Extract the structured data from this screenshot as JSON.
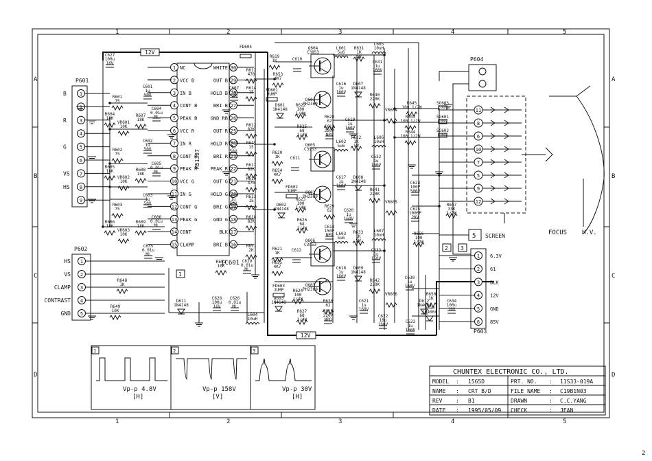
{
  "grid": {
    "cols": [
      "1",
      "2",
      "3",
      "4",
      "5"
    ],
    "rows": [
      "A",
      "B",
      "C",
      "D"
    ],
    "page_number": "2"
  },
  "bus": {
    "top_label": "12V",
    "bottom_label": "12V"
  },
  "ic": {
    "name": "IC601",
    "part": "M51387",
    "left_pins": [
      {
        "n": "1",
        "l": "NC"
      },
      {
        "n": "2",
        "l": "VCC B"
      },
      {
        "n": "3",
        "l": "IN B"
      },
      {
        "n": "4",
        "l": "CONT B"
      },
      {
        "n": "5",
        "l": "PEAK B"
      },
      {
        "n": "6",
        "l": "VCC R"
      },
      {
        "n": "7",
        "l": "IN R"
      },
      {
        "n": "8",
        "l": "CONT R"
      },
      {
        "n": "9",
        "l": "PEAK R"
      },
      {
        "n": "10",
        "l": "VCC G"
      },
      {
        "n": "11",
        "l": "IN G"
      },
      {
        "n": "12",
        "l": "CONT G"
      },
      {
        "n": "13",
        "l": "PEAK G"
      },
      {
        "n": "14",
        "l": "CONT"
      },
      {
        "n": "15",
        "l": "CLAMP"
      }
    ],
    "right_pins": [
      {
        "n": "30",
        "l": "WHITE"
      },
      {
        "n": "29",
        "l": "OUT B"
      },
      {
        "n": "28",
        "l": "HOLD B"
      },
      {
        "n": "27",
        "l": "BRI B"
      },
      {
        "n": "26",
        "l": "GND RB"
      },
      {
        "n": "25",
        "l": "OUT R"
      },
      {
        "n": "24",
        "l": "HOLD R"
      },
      {
        "n": "23",
        "l": "BRI R"
      },
      {
        "n": "22",
        "l": "PEAK R"
      },
      {
        "n": "21",
        "l": "OUT G"
      },
      {
        "n": "20",
        "l": "HOLD G"
      },
      {
        "n": "19",
        "l": "BRI G"
      },
      {
        "n": "18",
        "l": "GND G"
      },
      {
        "n": "17",
        "l": "BLK"
      },
      {
        "n": "16",
        "l": "BRI B"
      }
    ]
  },
  "p601": {
    "name": "P601",
    "pins": [
      "1",
      "2",
      "3",
      "4",
      "5",
      "6",
      "7",
      "8",
      "9"
    ],
    "signals": [
      {
        "pin": "1",
        "l": "B"
      },
      {
        "pin": "3",
        "l": "R"
      },
      {
        "pin": "5",
        "l": "G"
      },
      {
        "pin": "7",
        "l": "VS"
      },
      {
        "pin": "8",
        "l": "HS"
      }
    ]
  },
  "p602": {
    "name": "P602",
    "pins": [
      "1",
      "2",
      "3",
      "4",
      "5"
    ],
    "signals": [
      "HS",
      "VS",
      "CLAMP",
      "CONTRAST",
      "GND"
    ]
  },
  "p603": {
    "name": "P603",
    "pins": [
      "1",
      "2",
      "3",
      "4",
      "5",
      "6"
    ],
    "signals": [
      "6.3V",
      "61",
      "BLK",
      "12V",
      "GND",
      "85V"
    ]
  },
  "p604": {
    "name": "P604"
  },
  "crt_socket": {
    "pins": [
      "11",
      "8",
      "6",
      "10",
      "7",
      "5",
      "9",
      "12"
    ]
  },
  "screen_label": "SCREEN",
  "focus_label": "FOCUS",
  "hv_label": "H.V.",
  "tags": {
    "box1": "1",
    "box2": "2",
    "box3": "3"
  },
  "components": [
    {
      "id": "C627",
      "v1": "100u",
      "v2": "16V"
    },
    {
      "id": "FD604",
      "v1": "",
      "v2": ""
    },
    {
      "id": "R619",
      "v1": "1K",
      "v2": ""
    },
    {
      "id": "Q604",
      "v1": "C3953",
      "v2": ""
    },
    {
      "id": "C610",
      "v1": "",
      "v2": ""
    },
    {
      "id": "L601",
      "v1": "5u6",
      "v2": ""
    },
    {
      "id": "R631",
      "v1": "1K",
      "v2": "5W"
    },
    {
      "id": "L605",
      "v1": "10uH",
      "v2": ""
    },
    {
      "id": "C631",
      "v1": "1u",
      "v2": "160V"
    },
    {
      "id": "R653",
      "v1": "4K7",
      "v2": ""
    },
    {
      "id": "R611",
      "v1": "470",
      "v2": ""
    },
    {
      "id": "FD601",
      "v1": "JUMP",
      "v2": ""
    },
    {
      "id": "Q601",
      "v1": "PH2369",
      "v2": ""
    },
    {
      "id": "C616",
      "v1": "1u",
      "v2": "160V"
    },
    {
      "id": "D607",
      "v1": "1N4148",
      "v2": ""
    },
    {
      "id": "R640",
      "v1": "220K",
      "v2": ""
    },
    {
      "id": "VR604",
      "v1": "",
      "v2": ""
    },
    {
      "id": "R645",
      "v1": "100 1/2W",
      "v2": ""
    },
    {
      "id": "SG603",
      "v1": "200V",
      "v2": ""
    },
    {
      "id": "R643",
      "v1": "100 1/2W",
      "v2": ""
    },
    {
      "id": "SG601",
      "v1": "200V",
      "v2": ""
    },
    {
      "id": "R644",
      "v1": "100 1/2W",
      "v2": ""
    },
    {
      "id": "SG602",
      "v1": "200V",
      "v2": ""
    },
    {
      "id": "R601",
      "v1": "75",
      "v2": ""
    },
    {
      "id": "C601",
      "v1": "1u",
      "v2": "50V"
    },
    {
      "id": "C604",
      "v1": "0.01u",
      "v2": "ML"
    },
    {
      "id": "R604",
      "v1": "18K",
      "v2": ""
    },
    {
      "id": "VR601",
      "v1": "10K",
      "v2": ""
    },
    {
      "id": "R607",
      "v1": "18K",
      "v2": ""
    },
    {
      "id": "C607",
      "v1": "1u",
      "v2": "50V"
    },
    {
      "id": "R614",
      "v1": "15",
      "v2": ""
    },
    {
      "id": "D601",
      "v1": "1N4148",
      "v2": ""
    },
    {
      "id": "R622",
      "v1": "100",
      "v2": "1/4W"
    },
    {
      "id": "R628",
      "v1": "62",
      "v2": ""
    },
    {
      "id": "R625",
      "v1": "68",
      "v2": "1/4W"
    },
    {
      "id": "C613",
      "v1": "220P",
      "v2": "NPO"
    },
    {
      "id": "C619",
      "v1": "1u",
      "v2": "160V"
    },
    {
      "id": "R612",
      "v1": "82K",
      "v2": ""
    },
    {
      "id": "Q605",
      "v1": "C3953",
      "v2": ""
    },
    {
      "id": "L602",
      "v1": "5u6",
      "v2": ""
    },
    {
      "id": "R632",
      "v1": "1K",
      "v2": "5W"
    },
    {
      "id": "L606",
      "v1": "10uH",
      "v2": ""
    },
    {
      "id": "C632",
      "v1": "1u",
      "v2": "160V"
    },
    {
      "id": "R602",
      "v1": "75",
      "v2": ""
    },
    {
      "id": "C602",
      "v1": "1u",
      "v2": "50V"
    },
    {
      "id": "C605",
      "v1": "0.01u",
      "v2": "ML"
    },
    {
      "id": "R605",
      "v1": "18K",
      "v2": ""
    },
    {
      "id": "VR602",
      "v1": "10K",
      "v2": ""
    },
    {
      "id": "R608",
      "v1": "18K",
      "v2": ""
    },
    {
      "id": "C608",
      "v1": "1u",
      "v2": "50V"
    },
    {
      "id": "R615",
      "v1": "15",
      "v2": ""
    },
    {
      "id": "R617",
      "v1": "82K",
      "v2": ""
    },
    {
      "id": "R620",
      "v1": "1K",
      "v2": ""
    },
    {
      "id": "C611",
      "v1": "",
      "v2": ""
    },
    {
      "id": "R654",
      "v1": "4K7",
      "v2": ""
    },
    {
      "id": "R610",
      "v1": "470",
      "v2": ""
    },
    {
      "id": "FD602",
      "v1": "JUMP",
      "v2": ""
    },
    {
      "id": "Q602",
      "v1": "PH2369",
      "v2": ""
    },
    {
      "id": "C617",
      "v1": "1u",
      "v2": "160V"
    },
    {
      "id": "D608",
      "v1": "1N4148",
      "v2": ""
    },
    {
      "id": "R641",
      "v1": "220K",
      "v2": ""
    },
    {
      "id": "VR605",
      "v1": "",
      "v2": ""
    },
    {
      "id": "C624",
      "v1": "100P",
      "v2": "500V"
    },
    {
      "id": "C625",
      "v1": "1000P",
      "v2": "2KV"
    },
    {
      "id": "R657",
      "v1": "33K",
      "v2": "1/2W"
    },
    {
      "id": "R656",
      "v1": "100",
      "v2": "1/2W"
    },
    {
      "id": "C603",
      "v1": "1u",
      "v2": "50V"
    },
    {
      "id": "C606",
      "v1": "0.01u",
      "v2": "ML"
    },
    {
      "id": "R603",
      "v1": "75",
      "v2": ""
    },
    {
      "id": "R606",
      "v1": "18K",
      "v2": ""
    },
    {
      "id": "VR603",
      "v1": "10K",
      "v2": ""
    },
    {
      "id": "R609",
      "v1": "18K",
      "v2": ""
    },
    {
      "id": "C609",
      "v1": "1u",
      "v2": "50V"
    },
    {
      "id": "R613",
      "v1": "15",
      "v2": ""
    },
    {
      "id": "D602",
      "v1": "1N4148",
      "v2": ""
    },
    {
      "id": "R623",
      "v1": "100",
      "v2": "1/4W"
    },
    {
      "id": "R629",
      "v1": "62",
      "v2": ""
    },
    {
      "id": "R626",
      "v1": "68",
      "v2": "1/4W"
    },
    {
      "id": "C614",
      "v1": "150P",
      "v2": "NPO"
    },
    {
      "id": "C620",
      "v1": "1u",
      "v2": "160V"
    },
    {
      "id": "R618",
      "v1": "82K",
      "v2": ""
    },
    {
      "id": "C635",
      "v1": "0.01u",
      "v2": "ML"
    },
    {
      "id": "R651",
      "v1": "2K",
      "v2": ""
    },
    {
      "id": "C629",
      "v1": "0.01u",
      "v2": "ML"
    },
    {
      "id": "R652",
      "v1": "10K",
      "v2": ""
    },
    {
      "id": "Q606",
      "v1": "C3953",
      "v2": ""
    },
    {
      "id": "C612",
      "v1": "",
      "v2": ""
    },
    {
      "id": "L603",
      "v1": "5u6",
      "v2": ""
    },
    {
      "id": "R633",
      "v1": "1K",
      "v2": "5W"
    },
    {
      "id": "L607",
      "v1": "10uH",
      "v2": ""
    },
    {
      "id": "C633",
      "v1": "1u",
      "v2": "160V"
    },
    {
      "id": "R621",
      "v1": "1K",
      "v2": ""
    },
    {
      "id": "R655",
      "v1": "4K7",
      "v2": ""
    },
    {
      "id": "FD603",
      "v1": "JUMP",
      "v2": ""
    },
    {
      "id": "Q603",
      "v1": "PH2369",
      "v2": ""
    },
    {
      "id": "C618",
      "v1": "1u",
      "v2": "160V"
    },
    {
      "id": "D609",
      "v1": "1N4148",
      "v2": ""
    },
    {
      "id": "R642",
      "v1": "220K",
      "v2": ""
    },
    {
      "id": "VR606",
      "v1": "",
      "v2": ""
    },
    {
      "id": "C630",
      "v1": "1u",
      "v2": "160V"
    },
    {
      "id": "R650",
      "v1": "1K",
      "v2": ""
    },
    {
      "id": "D612",
      "v1": "1N4004",
      "v2": ""
    },
    {
      "id": "D603",
      "v1": "1N4148",
      "v2": ""
    },
    {
      "id": "R624",
      "v1": "100",
      "v2": "1/4W"
    },
    {
      "id": "R630",
      "v1": "62",
      "v2": ""
    },
    {
      "id": "R627",
      "v1": "68",
      "v2": "1/4W"
    },
    {
      "id": "C615",
      "v1": "220P",
      "v2": "NPO"
    },
    {
      "id": "C621",
      "v1": "1u",
      "v2": "160V"
    },
    {
      "id": "C622",
      "v1": "10u",
      "v2": "160V"
    },
    {
      "id": "C623",
      "v1": "1u",
      "v2": "160V"
    },
    {
      "id": "C634",
      "v1": "100u",
      "v2": "16V"
    },
    {
      "id": "D611",
      "v1": "1N4148",
      "v2": ""
    },
    {
      "id": "C628",
      "v1": "100u",
      "v2": "16V"
    },
    {
      "id": "C626",
      "v1": "0.01u",
      "v2": "ML"
    },
    {
      "id": "L604",
      "v1": "10uH",
      "v2": ""
    },
    {
      "id": "R648",
      "v1": "1K",
      "v2": ""
    },
    {
      "id": "R649",
      "v1": "10K",
      "v2": ""
    },
    {
      "id": "D610",
      "v1": "1N4004",
      "v2": ""
    }
  ],
  "waveforms": [
    {
      "idx": "1",
      "label": "Vp-p 4.8V",
      "unit": "[H]"
    },
    {
      "idx": "2",
      "label": "Vp-p 158V",
      "unit": "[V]"
    },
    {
      "idx": "3",
      "label": "Vp-p 30V",
      "unit": "[H]"
    }
  ],
  "title_block": {
    "company": "CHUNTEX ELECTRONIC CO., LTD.",
    "rows": [
      {
        "k1": "MODEL",
        "v1": "1565D",
        "k2": "PRT. NO.",
        "v2": "11S33-019A"
      },
      {
        "k1": "NAME",
        "v1": "CRT B/D",
        "k2": "FILE NAME",
        "v2": "C19B1N03"
      },
      {
        "k1": "REV",
        "v1": "B1",
        "k2": "DRAWN",
        "v2": "C.C.YANG"
      },
      {
        "k1": "DATE",
        "v1": "1995/05/09",
        "k2": "CHECK",
        "v2": "JEAN"
      }
    ]
  }
}
